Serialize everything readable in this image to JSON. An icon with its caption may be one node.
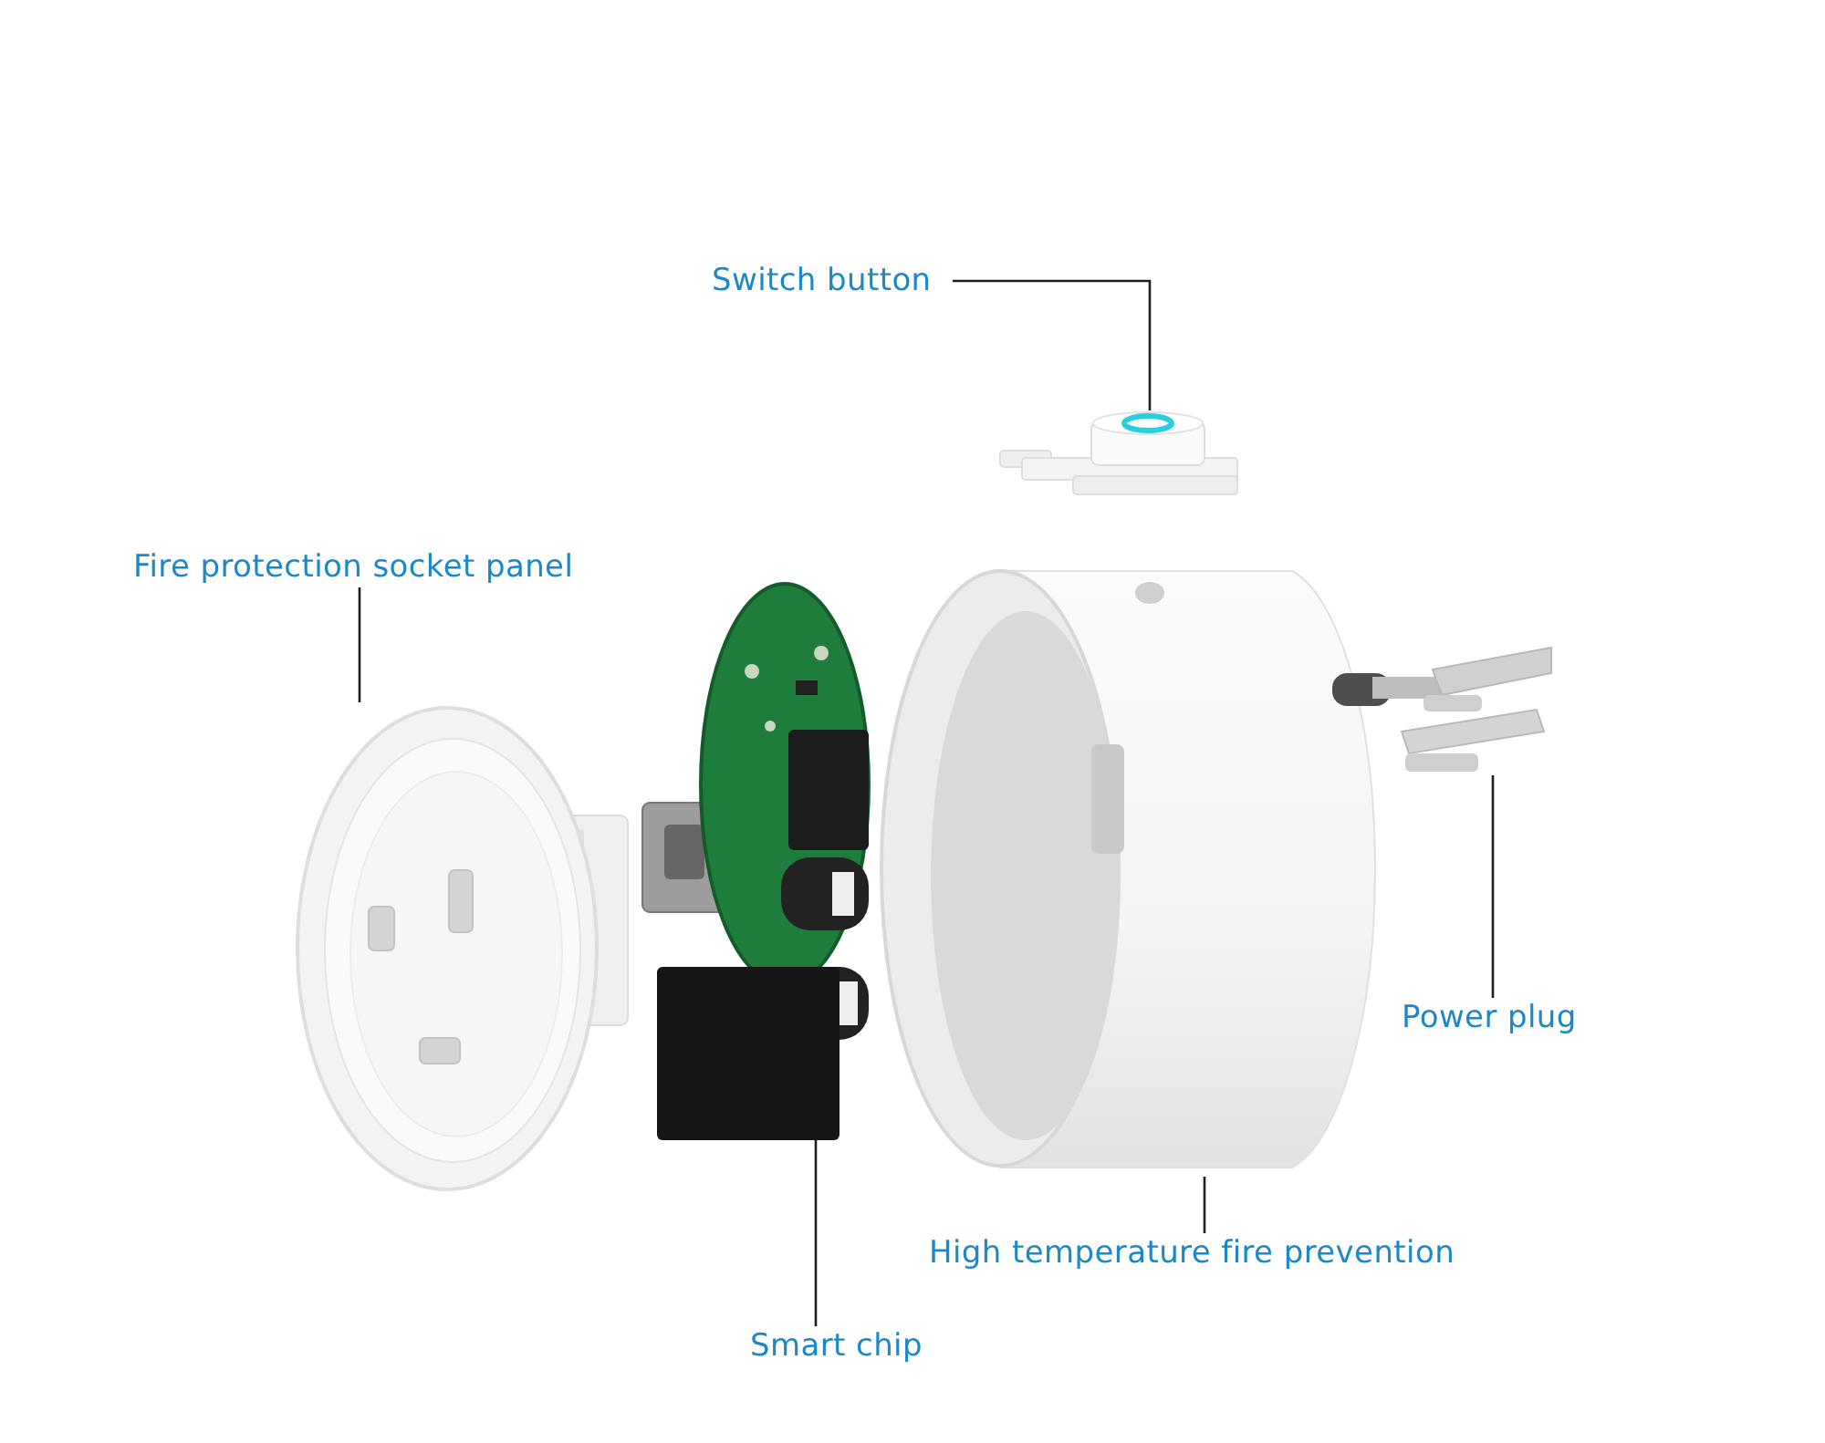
{
  "diagram": {
    "nodes": [
      {
        "text": [
          "Switch button"
        ]
      },
      {
        "text": [
          "Fire protection socket panel"
        ]
      },
      {
        "text": [
          "Power plug"
        ]
      },
      {
        "text": [
          "High temperature fire prevention"
        ]
      },
      {
        "text": [
          "Smart chip"
        ]
      },
      {
        "text": [],
        "shape": "picture"
      },
      {
        "text": [],
        "shape": "picture"
      },
      {
        "text": [],
        "shape": "picture"
      },
      {
        "text": [],
        "shape": "picture"
      },
      {
        "text": [],
        "shape": "picture"
      }
    ],
    "edges": [
      {
        "from": 0,
        "to": 8,
        "arrow": "none"
      },
      {
        "from": 1,
        "to": 5,
        "arrow": "none"
      },
      {
        "from": 2,
        "to": 9,
        "arrow": "none"
      },
      {
        "from": 3,
        "to": 7,
        "arrow": "none"
      },
      {
        "from": 4,
        "to": 6,
        "arrow": "none"
      }
    ]
  }
}
